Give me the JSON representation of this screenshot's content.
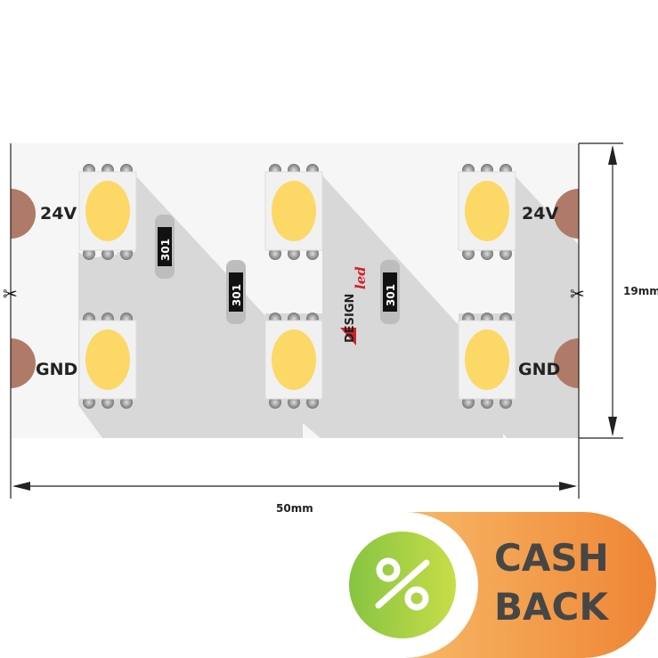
{
  "strip": {
    "left_voltage_label": "24V",
    "left_ground_label": "GND",
    "right_voltage_label": "24V",
    "right_ground_label": "GND",
    "resistor_codes": [
      "301",
      "301",
      "301"
    ],
    "logo_text": "DESIGN led"
  },
  "dimensions": {
    "width_label": "50mm",
    "height_label": "19mm"
  },
  "badge": {
    "line1": "CASH",
    "line2": "BACK",
    "icon": "percent-icon"
  },
  "colors": {
    "strip": "#f6f6f6",
    "shadow": "#d8d8d8",
    "led": "#fcd867",
    "pad": "#b07a68",
    "badge_orange": "#ef8a38",
    "badge_green": "#8cc63f"
  }
}
